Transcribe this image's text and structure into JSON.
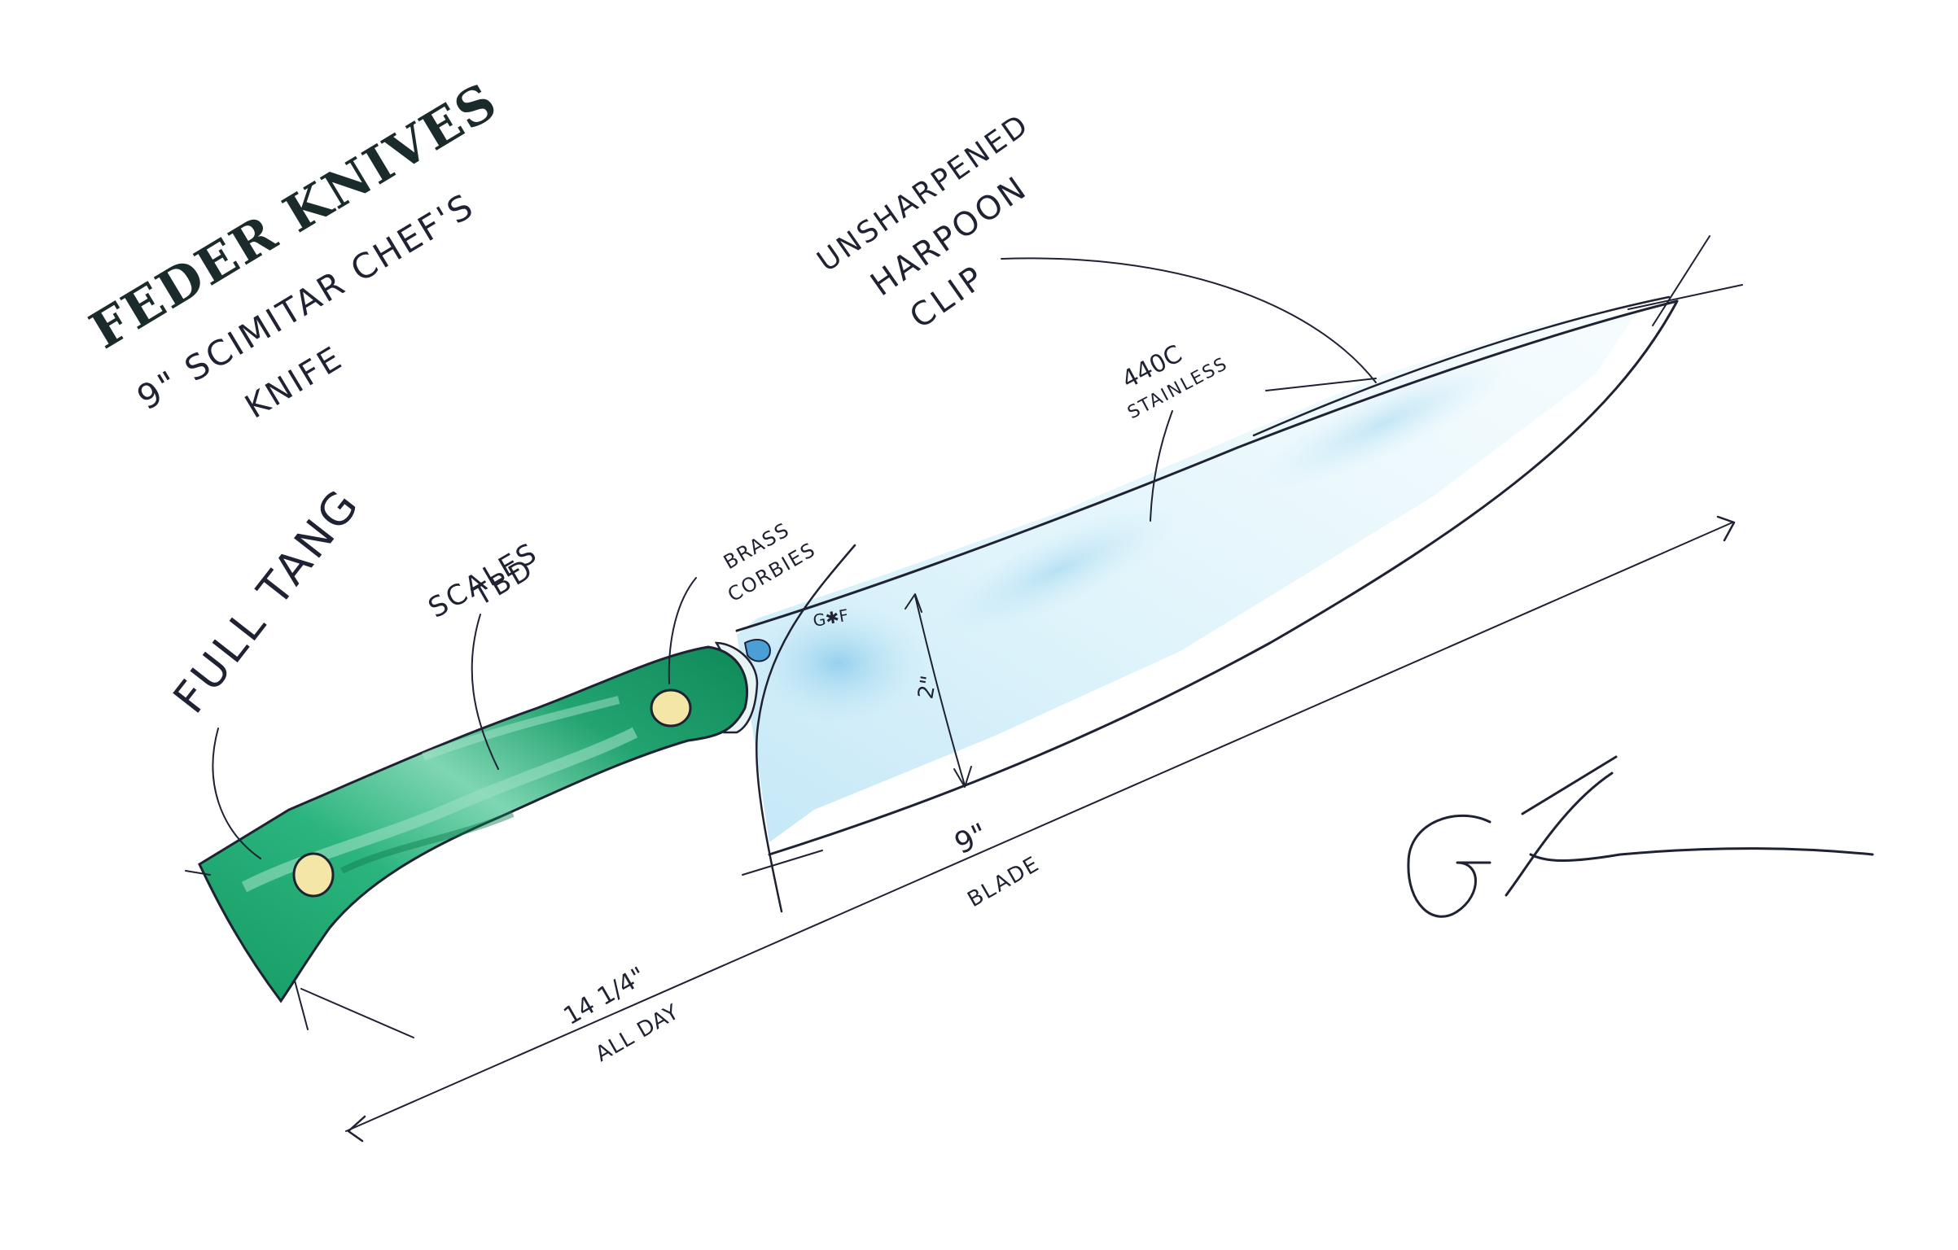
{
  "brand": "FEDER KNIVES",
  "subtitle_line1": "9\" SCIMITAR CHEF'S",
  "subtitle_line2": "KNIFE",
  "callouts": {
    "clip_line1": "UNSHARPENED",
    "clip_line2": "HARPOON",
    "clip_line3": "CLIP",
    "steel_line1": "440C",
    "steel_line2": "STAINLESS",
    "tang": "FULL TANG",
    "scales_line1": "SCALES",
    "scales_line2": "TBD",
    "corbies_line1": "BRASS",
    "corbies_line2": "CORBIES",
    "maker_mark": "G✱F"
  },
  "dimensions": {
    "blade_width": "2\"",
    "blade_length": "9\"",
    "blade_label": "BLADE",
    "overall_length": "14 1/4\"",
    "overall_label": "ALL DAY"
  },
  "colors": {
    "ink": "#1e2233",
    "handle_green": "#1f9a6a",
    "handle_light": "#7fd6b2",
    "blade_wash": "#bfe6f5",
    "blade_wash_dark": "#8fd0ee",
    "brass": "#f3e6a6"
  }
}
